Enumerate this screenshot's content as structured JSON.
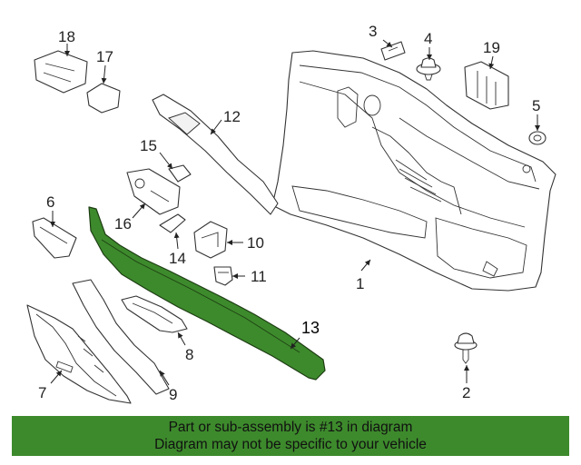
{
  "callouts": {
    "c1": "1",
    "c2": "2",
    "c3": "3",
    "c4": "4",
    "c5": "5",
    "c6": "6",
    "c7": "7",
    "c8": "8",
    "c9": "9",
    "c10": "10",
    "c11": "11",
    "c12": "12",
    "c13": "13",
    "c14": "14",
    "c15": "15",
    "c16": "16",
    "c17": "17",
    "c18": "18",
    "c19": "19"
  },
  "highlight_part": "13",
  "colors": {
    "highlight": "#3d8a2c",
    "banner_bg": "#3d8a2c",
    "line": "#333333"
  },
  "banner": {
    "line1": "Part or sub-assembly is #13 in diagram",
    "line2": "Diagram may not be specific to your vehicle"
  }
}
